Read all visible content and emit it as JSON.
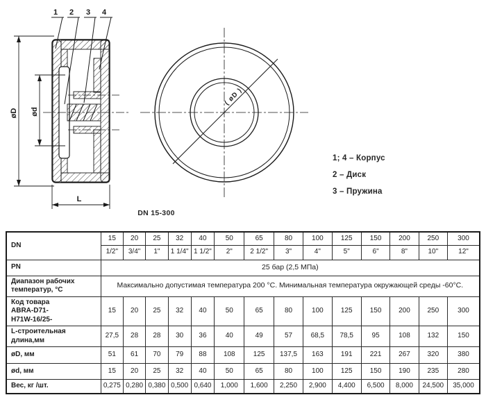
{
  "drawing": {
    "caption": "DN 15-300",
    "callouts": [
      "1",
      "2",
      "3",
      "4"
    ],
    "dim_outer": "øD",
    "dim_inner": "ød",
    "dim_length": "L",
    "front_label": "( øD )"
  },
  "legend": {
    "items": [
      "1; 4 – Корпус",
      "2 – Диск",
      "3 – Пружина"
    ]
  },
  "table": {
    "dn_label": "DN",
    "dn_mm": [
      "15",
      "20",
      "25",
      "32",
      "40",
      "50",
      "65",
      "80",
      "100",
      "125",
      "150",
      "200",
      "250",
      "300"
    ],
    "dn_inch": [
      "1/2\"",
      "3/4\"",
      "1\"",
      "1 1/4\"",
      "1 1/2\"",
      "2\"",
      "2 1/2\"",
      "3\"",
      "4\"",
      "5\"",
      "6\"",
      "8\"",
      "10\"",
      "12\""
    ],
    "pn_label": "PN",
    "pn_value": "25 бар (2,5 МПа)",
    "temp_label": "Диапазон рабочих\nтемператур, °С",
    "temp_value": "Максимально допустимая температура 200 °С. Минимальная температура окружающей среды -60°С.",
    "value_rows": [
      {
        "key": "product-code",
        "label": "Код товара\nABRA-D71-\nH71W-16/25-",
        "values": [
          "15",
          "20",
          "25",
          "32",
          "40",
          "50",
          "65",
          "80",
          "100",
          "125",
          "150",
          "200",
          "250",
          "300"
        ]
      },
      {
        "key": "build-length",
        "label": "L-строительная\nдлина,мм",
        "values": [
          "27,5",
          "28",
          "28",
          "30",
          "36",
          "40",
          "49",
          "57",
          "68,5",
          "78,5",
          "95",
          "108",
          "132",
          "150"
        ]
      },
      {
        "key": "outer-diameter",
        "label": "øD, мм",
        "values": [
          "51",
          "61",
          "70",
          "79",
          "88",
          "108",
          "125",
          "137,5",
          "163",
          "191",
          "221",
          "267",
          "320",
          "380"
        ]
      },
      {
        "key": "inner-diameter",
        "label": "ød, мм",
        "values": [
          "15",
          "20",
          "25",
          "32",
          "40",
          "50",
          "65",
          "80",
          "100",
          "125",
          "150",
          "190",
          "235",
          "280"
        ]
      },
      {
        "key": "weight",
        "label": "Вес, кг /шт.",
        "values": [
          "0,275",
          "0,280",
          "0,380",
          "0,500",
          "0,640",
          "1,000",
          "1,600",
          "2,250",
          "2,900",
          "4,400",
          "6,500",
          "8,000",
          "24,500",
          "35,000"
        ]
      }
    ]
  }
}
